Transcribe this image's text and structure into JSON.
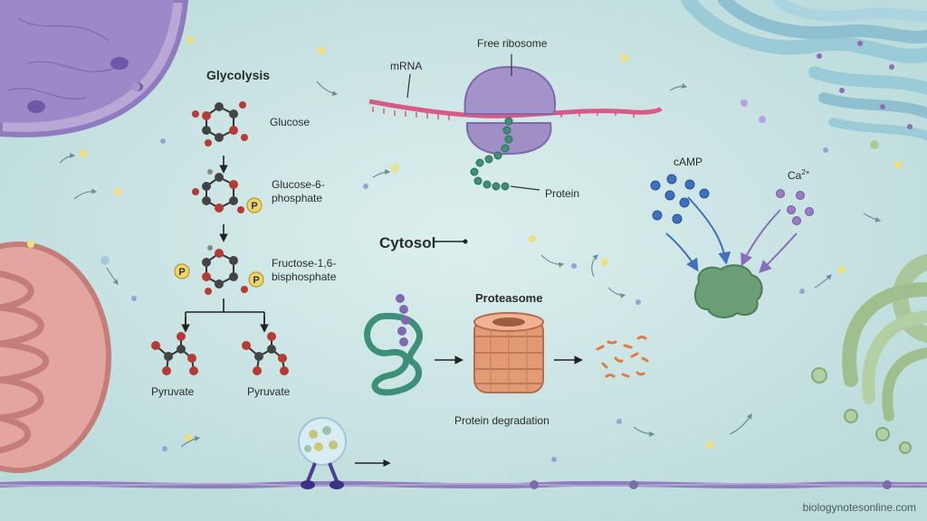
{
  "labels": {
    "glycolysis": "Glycolysis",
    "glucose": "Glucose",
    "g6p_line1": "Glucose-6-",
    "g6p_line2": "phosphate",
    "f16bp_line1": "Fructose-1,6-",
    "f16bp_line2": "bisphosphate",
    "pyruvate_left": "Pyruvate",
    "pyruvate_right": "Pyruvate",
    "mrna": "mRNA",
    "free_ribosome": "Free ribosome",
    "protein": "Protein",
    "cytosol": "Cytosol",
    "proteasome": "Proteasome",
    "protein_degradation": "Protein degradation",
    "camp": "cAMP",
    "calcium": "Ca",
    "calcium_charge": "2+",
    "phosphate_symbol": "P",
    "watermark": "biologynotesonline.com"
  },
  "colors": {
    "background": "#cfe7e6",
    "nucleus": "#a896c9",
    "mitochondrion": "#e2a5a0",
    "er": "#8fc0cf",
    "golgi": "#a9c79a",
    "ribosome": "#9f8fc4",
    "mrna": "#d95a86",
    "protein_chain": "#3d8f7a",
    "proteasome": "#e39a73",
    "camp": "#3f6fbf",
    "calcium": "#9a7cc4",
    "kinase": "#6a9e75",
    "cytoskeleton": "#8f7fba",
    "atom_red": "#b73b34",
    "atom_dark": "#444444",
    "phosphate": "#f0d36a"
  }
}
